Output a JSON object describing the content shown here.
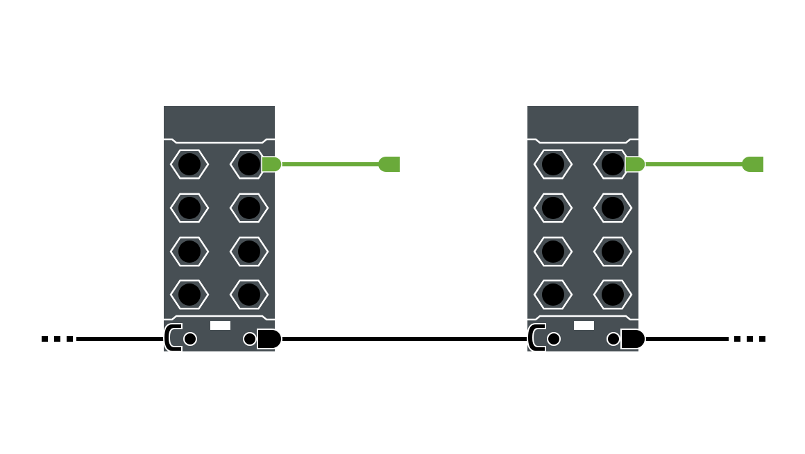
{
  "diagram": {
    "colors": {
      "module_body": "#474f54",
      "port_hole": "#000000",
      "outline": "#ffffff",
      "bus_cable": "#000000",
      "io_cable": "#6aaa3a"
    },
    "modules": [
      {
        "ports": 8,
        "connected_port": "top-right"
      },
      {
        "ports": 8,
        "connected_port": "top-right"
      }
    ],
    "bus_continues_left": true,
    "bus_continues_right": true
  }
}
